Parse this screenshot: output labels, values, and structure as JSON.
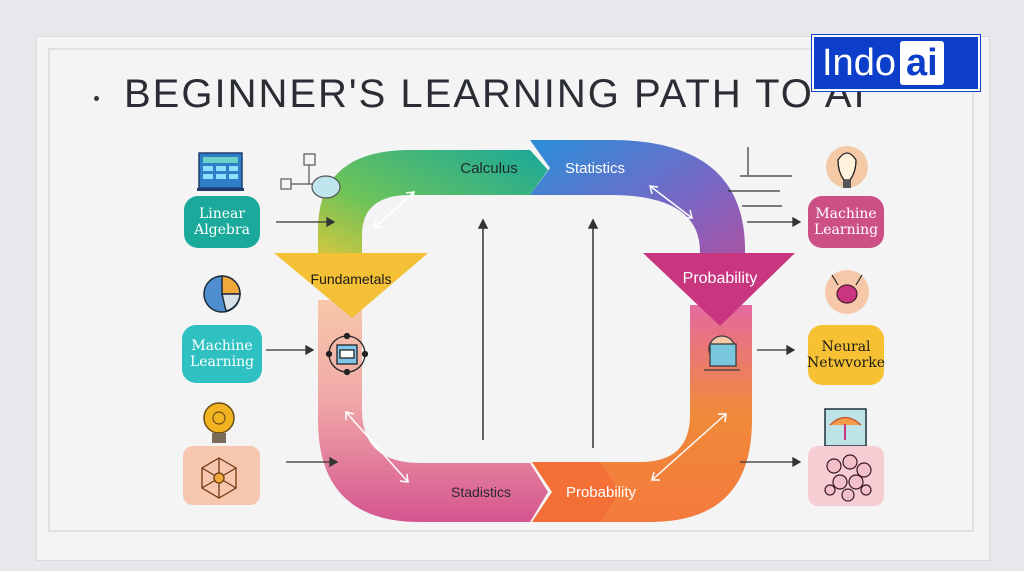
{
  "title": "BEGINNER'S LEARNING PATH TO AI",
  "logo": {
    "text": "Indo",
    "box_text": "ai",
    "color": "#0d3ec9"
  },
  "loop_labels": {
    "calculus": "Calculus",
    "statistics_top": "Statistics",
    "fundamentals": "Fundametals",
    "probability_right": "Probability",
    "statistics_bottom": "Stadistics",
    "probability_bottom": "Probability"
  },
  "left_items": [
    {
      "line1": "Linear",
      "line2": "Algebra",
      "color": "#1aa99a",
      "icon": "spreadsheet-icon"
    },
    {
      "line1": "Machine",
      "line2": "Learning",
      "color": "#2fc1c2",
      "icon": "pie-chart-icon"
    },
    {
      "line1": "",
      "line2": "",
      "color": "#f7c6ae",
      "icon": "lightbulb-icon"
    }
  ],
  "right_items": [
    {
      "line1": "Machine",
      "line2": "Learning",
      "color": "#cc4f86",
      "icon": "lightbulb-icon"
    },
    {
      "line1": "Neural",
      "line2": "Netwvorke",
      "color": "#f6c234",
      "icon": "brain-icon"
    },
    {
      "line1": "",
      "line2": "",
      "color": "#f5cdd3",
      "icon": "neurons-icon"
    }
  ],
  "colors": {
    "teal": "#19a89b",
    "blue": "#2f8fd6",
    "purple": "#8a5bb6",
    "pink": "#d5558f",
    "orange": "#f47a3c",
    "yellow": "#f4c036",
    "peach": "#f6c8a9",
    "magenta": "#c8367f"
  }
}
